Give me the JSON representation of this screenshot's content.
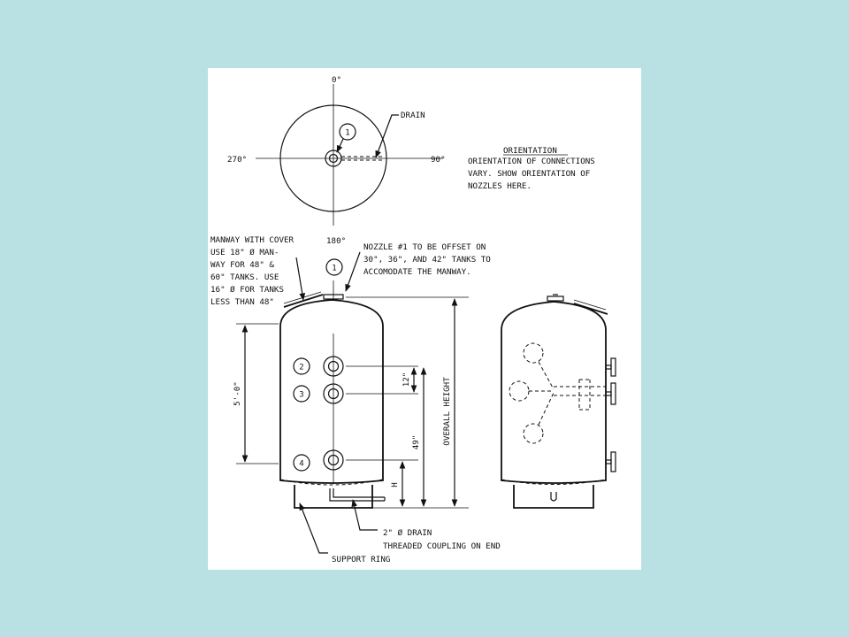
{
  "top_view": {
    "angle_top": "0°",
    "angle_left": "270°",
    "angle_right": "90°",
    "angle_bottom": "180°",
    "drain_label": "DRAIN",
    "nozzle_1": "1"
  },
  "orientation_note": {
    "title": "ORIENTATION",
    "lines": [
      "ORIENTATION OF CONNECTIONS",
      "VARY.  SHOW ORIENTATION OF",
      "NOZZLES HERE."
    ]
  },
  "manway_note": {
    "lines": [
      "MANWAY WITH COVER",
      "USE 18\" Ø MAN-",
      "WAY FOR 48\" &",
      "60\" TANKS. USE",
      "16\" Ø FOR TANKS",
      "LESS THAN 48\""
    ]
  },
  "nozzle1_note": {
    "lines": [
      "NOZZLE #1 TO BE OFFSET ON",
      "30\", 36\", AND 42\" TANKS TO",
      "ACCOMODATE THE MANWAY."
    ]
  },
  "side_view": {
    "nozzles": [
      "1",
      "2",
      "3",
      "4"
    ],
    "dim_5ft": "5'-0\"",
    "dim_12": "12\"",
    "dim_49": "49\"",
    "dim_h": "H",
    "dim_overall": "OVERALL HEIGHT"
  },
  "drain_note": {
    "lines": [
      "2\" Ø DRAIN",
      "THREADED COUPLING ON END"
    ]
  },
  "support_ring_label": "SUPPORT RING"
}
